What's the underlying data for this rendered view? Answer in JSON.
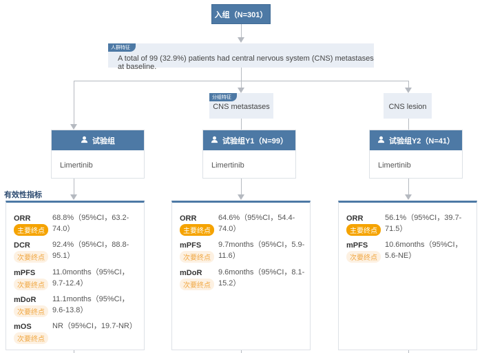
{
  "enrollment": {
    "label": "入组（N=301）"
  },
  "population": {
    "tag": "人群特征",
    "text": "A total of 99 (32.9%) patients had central nervous system (CNS) metastases at baseline."
  },
  "subgroups": [
    {
      "tag": "分组特征",
      "label": "CNS metastases"
    },
    {
      "tag": "",
      "label": "CNS lesion"
    }
  ],
  "groups": [
    {
      "title": "试验组",
      "drug": "Limertinib",
      "icon": "user-icon"
    },
    {
      "title": "试验组Y1（N=99）",
      "drug": "Limertinib",
      "icon": "user-icon"
    },
    {
      "title": "试验组Y2（N=41）",
      "drug": "Limertinib",
      "icon": "user-icon"
    }
  ],
  "efficacy_title": "有效性指标",
  "panels": [
    [
      {
        "name": "ORR",
        "value": "68.8%（95%CI，63.2-74.0）",
        "badge": "主要终点",
        "type": "primary"
      },
      {
        "name": "DCR",
        "value": "92.4%（95%CI，88.8-95.1）",
        "badge": "次要终点",
        "type": "secondary"
      },
      {
        "name": "mPFS",
        "value": "11.0months（95%CI，9.7-12.4）",
        "badge": "次要终点",
        "type": "secondary"
      },
      {
        "name": "mDoR",
        "value": "11.1months（95%CI，9.6-13.8）",
        "badge": "次要终点",
        "type": "secondary"
      },
      {
        "name": "mOS",
        "value": "NR（95%CI，19.7-NR）",
        "badge": "次要终点",
        "type": "secondary"
      }
    ],
    [
      {
        "name": "ORR",
        "value": "64.6%（95%CI，54.4-74.0）",
        "badge": "主要终点",
        "type": "primary"
      },
      {
        "name": "mPFS",
        "value": "9.7months（95%CI，5.9-11.6）",
        "badge": "次要终点",
        "type": "secondary"
      },
      {
        "name": "mDoR",
        "value": "9.6months（95%CI，8.1-15.2）",
        "badge": "次要终点",
        "type": "secondary"
      }
    ],
    [
      {
        "name": "ORR",
        "value": "56.1%（95%CI，39.7-71.5）",
        "badge": "主要终点",
        "type": "primary"
      },
      {
        "name": "mPFS",
        "value": "10.6months（95%CI，5.6-NE）",
        "badge": "次要终点",
        "type": "secondary"
      }
    ]
  ],
  "colors": {
    "header": "#4d79a5",
    "primary_badge": "#f5a300",
    "secondary_badge_text": "#f0a742",
    "box_bg": "#e9eef5"
  }
}
